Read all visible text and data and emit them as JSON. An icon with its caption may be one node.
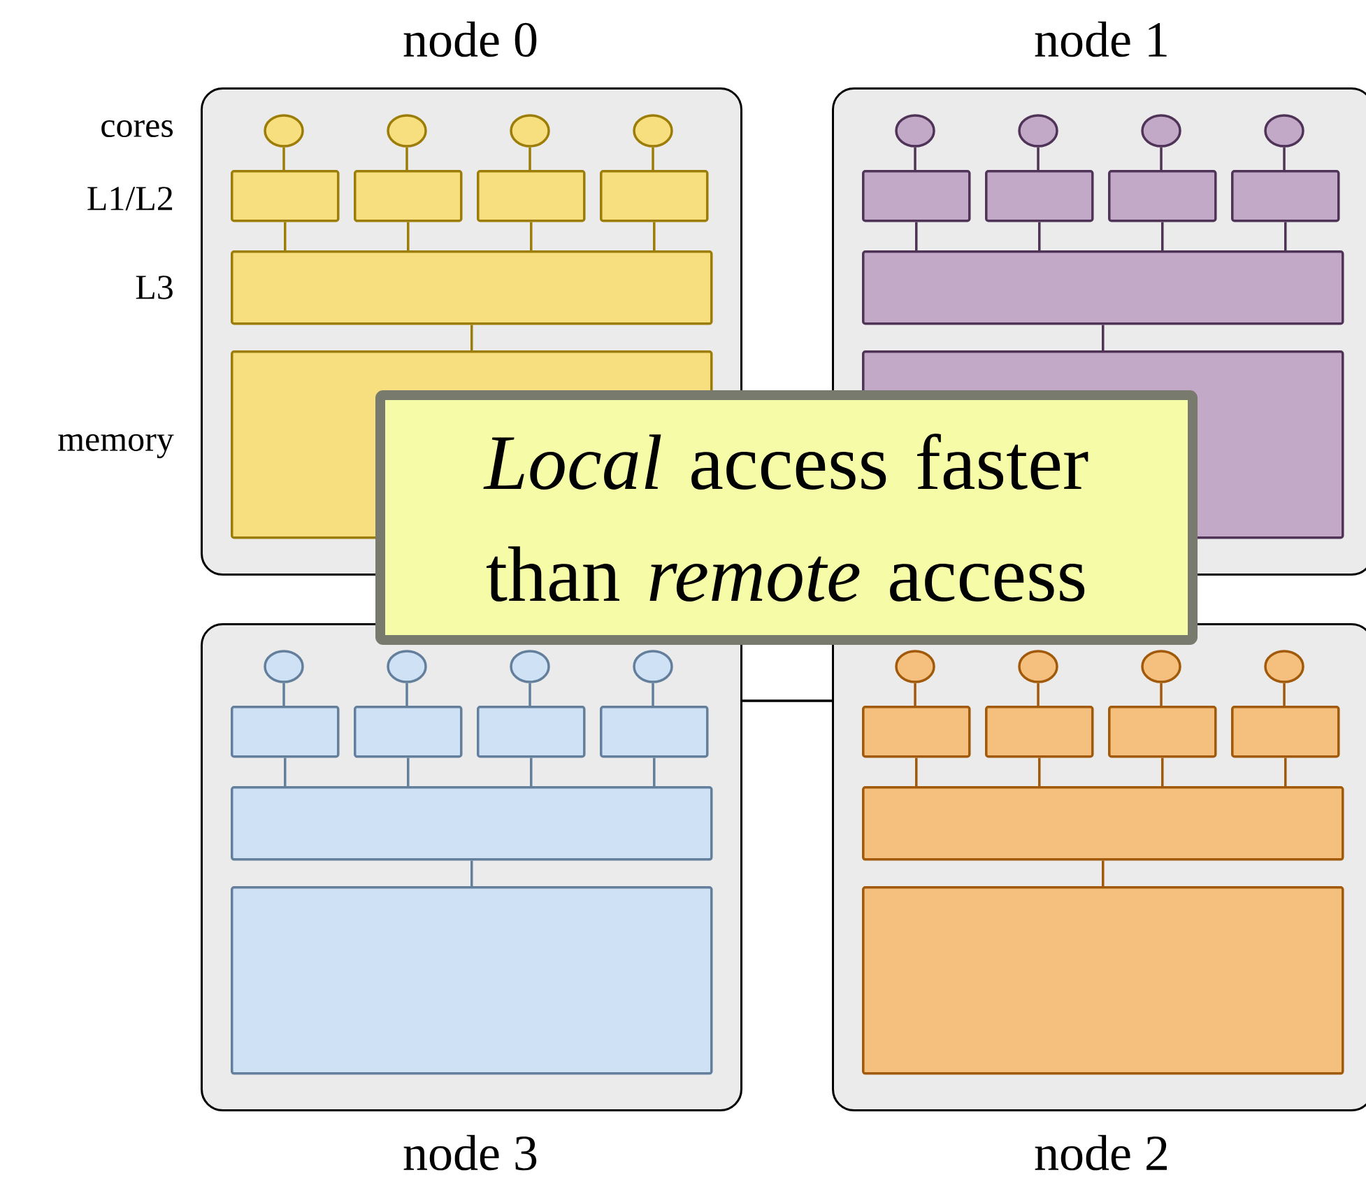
{
  "diagram": {
    "nodes": [
      {
        "text": [
          "node 0"
        ]
      },
      {
        "text": [],
        "shape": "circle",
        "in": 0
      },
      {
        "text": [],
        "shape": "circle",
        "in": 0
      },
      {
        "text": [],
        "shape": "circle",
        "in": 0
      },
      {
        "text": [],
        "shape": "circle",
        "in": 0
      },
      {
        "text": [],
        "shape": "box",
        "in": 0
      },
      {
        "text": [],
        "shape": "box",
        "in": 0
      },
      {
        "text": [],
        "shape": "box",
        "in": 0
      },
      {
        "text": [],
        "shape": "box",
        "in": 0
      },
      {
        "text": [],
        "shape": "box",
        "in": 0
      },
      {
        "text": [],
        "shape": "box",
        "in": 0
      },
      {
        "text": [
          "node 1"
        ]
      },
      {
        "text": [],
        "shape": "circle",
        "in": 11
      },
      {
        "text": [],
        "shape": "circle",
        "in": 11
      },
      {
        "text": [],
        "shape": "circle",
        "in": 11
      },
      {
        "text": [],
        "shape": "circle",
        "in": 11
      },
      {
        "text": [],
        "shape": "box",
        "in": 11
      },
      {
        "text": [],
        "shape": "box",
        "in": 11
      },
      {
        "text": [],
        "shape": "box",
        "in": 11
      },
      {
        "text": [],
        "shape": "box",
        "in": 11
      },
      {
        "text": [],
        "shape": "box",
        "in": 11
      },
      {
        "text": [],
        "shape": "box",
        "in": 11
      },
      {
        "text": [
          "*Local* access faster than *remote* access"
        ]
      },
      {
        "text": [
          "node 3"
        ]
      },
      {
        "text": [],
        "shape": "circle",
        "in": 23
      },
      {
        "text": [],
        "shape": "circle",
        "in": 23
      },
      {
        "text": [],
        "shape": "circle",
        "in": 23
      },
      {
        "text": [],
        "shape": "circle",
        "in": 23
      },
      {
        "text": [],
        "shape": "box",
        "in": 23
      },
      {
        "text": [],
        "shape": "box",
        "in": 23
      },
      {
        "text": [],
        "shape": "box",
        "in": 23
      },
      {
        "text": [],
        "shape": "box",
        "in": 23
      },
      {
        "text": [],
        "shape": "box",
        "in": 23
      },
      {
        "text": [],
        "shape": "box",
        "in": 23
      },
      {
        "text": [
          "node 2"
        ]
      },
      {
        "text": [],
        "shape": "circle",
        "in": 34
      },
      {
        "text": [],
        "shape": "circle",
        "in": 34
      },
      {
        "text": [],
        "shape": "circle",
        "in": 34
      },
      {
        "text": [],
        "shape": "circle",
        "in": 34
      },
      {
        "text": [],
        "shape": "box",
        "in": 34
      },
      {
        "text": [],
        "shape": "box",
        "in": 34
      },
      {
        "text": [],
        "shape": "box",
        "in": 34
      },
      {
        "text": [],
        "shape": "box",
        "in": 34
      },
      {
        "text": [],
        "shape": "box",
        "in": 34
      },
      {
        "text": [],
        "shape": "box",
        "in": 34
      }
    ],
    "edges": [
      {
        "from": 1,
        "to": 5,
        "arrow": "none",
        "color": "#9c7d07"
      },
      {
        "from": 2,
        "to": 6,
        "arrow": "none",
        "color": "#9c7d07"
      },
      {
        "from": 3,
        "to": 7,
        "arrow": "none",
        "color": "#9c7d07"
      },
      {
        "from": 4,
        "to": 8,
        "arrow": "none",
        "color": "#9c7d07"
      },
      {
        "from": 5,
        "to": 9,
        "arrow": "none",
        "color": "#9c7d07"
      },
      {
        "from": 6,
        "to": 9,
        "arrow": "none",
        "color": "#9c7d07"
      },
      {
        "from": 7,
        "to": 9,
        "arrow": "none",
        "color": "#9c7d07"
      },
      {
        "from": 8,
        "to": 9,
        "arrow": "none",
        "color": "#9c7d07"
      },
      {
        "from": 9,
        "to": 10,
        "arrow": "none",
        "color": "#9c7d07"
      },
      {
        "from": 12,
        "to": 16,
        "arrow": "none",
        "color": "#4f3458"
      },
      {
        "from": 13,
        "to": 17,
        "arrow": "none",
        "color": "#4f3458"
      },
      {
        "from": 14,
        "to": 18,
        "arrow": "none",
        "color": "#4f3458"
      },
      {
        "from": 15,
        "to": 19,
        "arrow": "none",
        "color": "#4f3458"
      },
      {
        "from": 16,
        "to": 20,
        "arrow": "none",
        "color": "#4f3458"
      },
      {
        "from": 17,
        "to": 20,
        "arrow": "none",
        "color": "#4f3458"
      },
      {
        "from": 18,
        "to": 20,
        "arrow": "none",
        "color": "#4f3458"
      },
      {
        "from": 19,
        "to": 20,
        "arrow": "none",
        "color": "#4f3458"
      },
      {
        "from": 20,
        "to": 21,
        "arrow": "none",
        "color": "#4f3458"
      },
      {
        "from": 24,
        "to": 28,
        "arrow": "none",
        "color": "#647f9c"
      },
      {
        "from": 25,
        "to": 29,
        "arrow": "none",
        "color": "#647f9c"
      },
      {
        "from": 26,
        "to": 30,
        "arrow": "none",
        "color": "#647f9c"
      },
      {
        "from": 27,
        "to": 31,
        "arrow": "none",
        "color": "#647f9c"
      },
      {
        "from": 28,
        "to": 32,
        "arrow": "none",
        "color": "#647f9c"
      },
      {
        "from": 29,
        "to": 32,
        "arrow": "none",
        "color": "#647f9c"
      },
      {
        "from": 30,
        "to": 32,
        "arrow": "none",
        "color": "#647f9c"
      },
      {
        "from": 31,
        "to": 32,
        "arrow": "none",
        "color": "#647f9c"
      },
      {
        "from": 32,
        "to": 33,
        "arrow": "none",
        "color": "#647f9c"
      },
      {
        "from": 35,
        "to": 39,
        "arrow": "none",
        "color": "#a15a0a"
      },
      {
        "from": 36,
        "to": 40,
        "arrow": "none",
        "color": "#a15a0a"
      },
      {
        "from": 37,
        "to": 41,
        "arrow": "none",
        "color": "#a15a0a"
      },
      {
        "from": 38,
        "to": 42,
        "arrow": "none",
        "color": "#a15a0a"
      },
      {
        "from": 39,
        "to": 43,
        "arrow": "none",
        "color": "#a15a0a"
      },
      {
        "from": 40,
        "to": 43,
        "arrow": "none",
        "color": "#a15a0a"
      },
      {
        "from": 41,
        "to": 43,
        "arrow": "none",
        "color": "#a15a0a"
      },
      {
        "from": 42,
        "to": 43,
        "arrow": "none",
        "color": "#a15a0a"
      },
      {
        "from": 43,
        "to": 44,
        "arrow": "none",
        "color": "#a15a0a"
      },
      {
        "from": 23,
        "to": 34,
        "arrow": "none",
        "color": "#000000"
      }
    ],
    "labels": [
      "cores",
      "L1/L2",
      "L3",
      "memory"
    ]
  }
}
